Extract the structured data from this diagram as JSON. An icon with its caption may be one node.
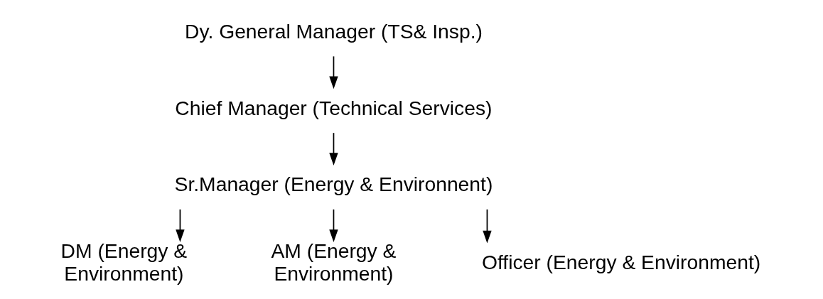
{
  "diagram": {
    "nodes": [
      {
        "text": [
          "Dy. General Manager (TS& Insp.)"
        ]
      },
      {
        "text": [
          "Chief Manager (Technical Services)"
        ]
      },
      {
        "text": [
          "Sr.Manager (Energy & Environnent)"
        ]
      },
      {
        "text": [
          "DM (Energy & Environment)"
        ]
      },
      {
        "text": [
          "AM (Energy & Environment)"
        ]
      },
      {
        "text": [
          "Officer (Energy & Environment)"
        ]
      }
    ],
    "edges": [
      {
        "from": 0,
        "to": 1,
        "arrow": "to"
      },
      {
        "from": 1,
        "to": 2,
        "arrow": "to"
      },
      {
        "from": 2,
        "to": 3,
        "arrow": "to"
      },
      {
        "from": 2,
        "to": 4,
        "arrow": "to"
      },
      {
        "from": 2,
        "to": 5,
        "arrow": "to"
      }
    ]
  }
}
